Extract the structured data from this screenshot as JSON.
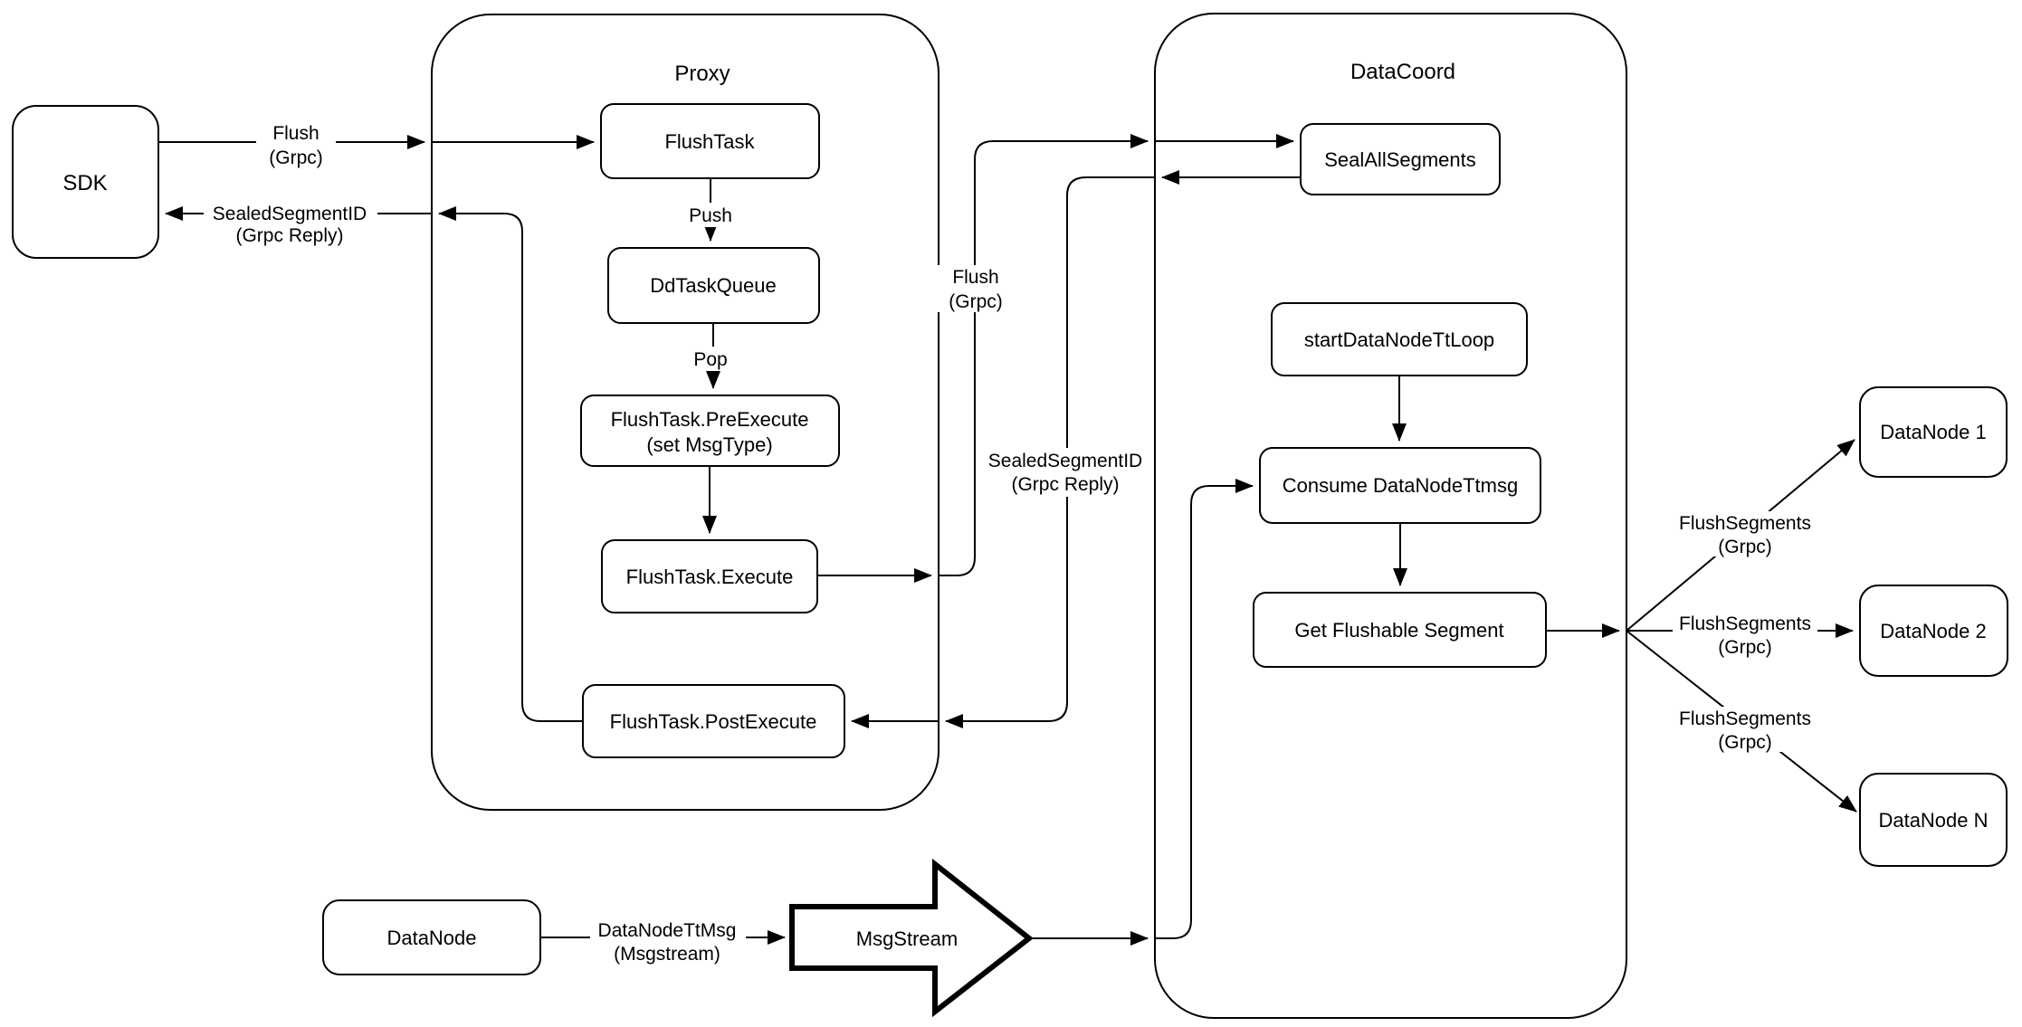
{
  "diagram": {
    "background": "#ffffff",
    "line_color": "#000000",
    "containers": {
      "proxy": {
        "title": "Proxy"
      },
      "datacoord": {
        "title": "DataCoord"
      }
    },
    "nodes": {
      "sdk": {
        "label": "SDK"
      },
      "flush_task": {
        "label": "FlushTask"
      },
      "dd_task_queue": {
        "label": "DdTaskQueue"
      },
      "flush_task_pre_execute": {
        "line1": "FlushTask.PreExecute",
        "line2": "(set MsgType)"
      },
      "flush_task_execute": {
        "label": "FlushTask.Execute"
      },
      "flush_task_post_execute": {
        "label": "FlushTask.PostExecute"
      },
      "seal_all_segments": {
        "label": "SealAllSegments"
      },
      "start_datanode_tt_loop": {
        "label": "startDataNodeTtLoop"
      },
      "consume_datanode_ttmsg": {
        "label": "Consume DataNodeTtmsg"
      },
      "get_flushable_segment": {
        "label": "Get Flushable Segment"
      },
      "datanode_1": {
        "label": "DataNode 1"
      },
      "datanode_2": {
        "label": "DataNode 2"
      },
      "datanode_n": {
        "label": "DataNode N"
      },
      "datanode_source": {
        "label": "DataNode"
      },
      "msgstream": {
        "label": "MsgStream"
      }
    },
    "edge_labels": {
      "flush_grpc_sdk": {
        "line1": "Flush",
        "line2": "(Grpc)"
      },
      "sealed_segment_id_sdk": {
        "line1": "SealedSegmentID",
        "line2": "(Grpc Reply)"
      },
      "push": {
        "label": "Push"
      },
      "pop": {
        "label": "Pop"
      },
      "flush_grpc_inner": {
        "line1": "Flush",
        "line2": "(Grpc)"
      },
      "sealed_segment_id_inner": {
        "line1": "SealedSegmentID",
        "line2": "(Grpc Reply)"
      },
      "flush_segments_1": {
        "line1": "FlushSegments",
        "line2": "(Grpc)"
      },
      "flush_segments_2": {
        "line1": "FlushSegments",
        "line2": "(Grpc)"
      },
      "flush_segments_3": {
        "line1": "FlushSegments",
        "line2": "(Grpc)"
      },
      "datanode_ttmsg": {
        "line1": "DataNodeTtMsg",
        "line2": "(Msgstream)"
      }
    }
  }
}
